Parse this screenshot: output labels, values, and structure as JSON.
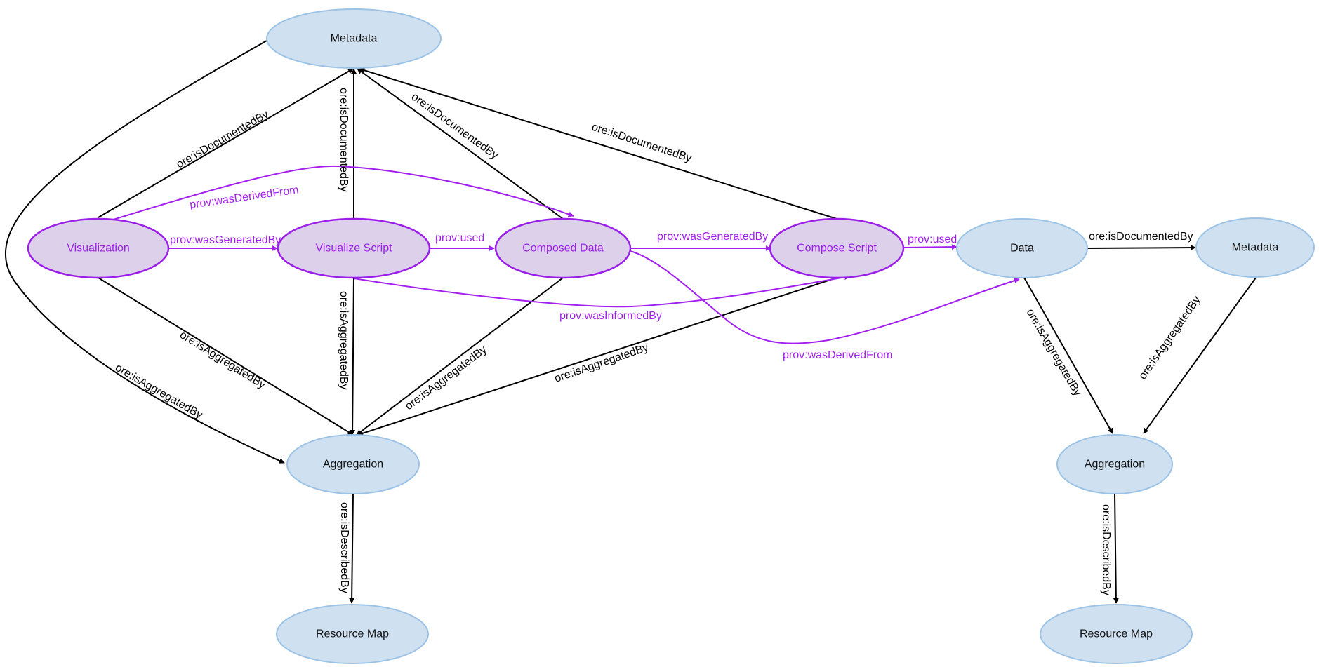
{
  "colors": {
    "black_edge": "#000000",
    "prov_edge": "#a31ff0",
    "blue_fill": "#cfe0f1",
    "purple_fill": "#dcd0ea"
  },
  "nodes": {
    "metadata_top": "Metadata",
    "visualization": "Visualization",
    "visualize_script": "Visualize Script",
    "composed_data": "Composed Data",
    "compose_script": "Compose Script",
    "data": "Data",
    "metadata_right": "Metadata",
    "aggregation_left": "Aggregation",
    "aggregation_right": "Aggregation",
    "resource_map_left": "Resource Map",
    "resource_map_right": "Resource Map"
  },
  "edges": {
    "vis_doc": "ore:isDocumentedBy",
    "vs_doc": "ore:isDocumentedBy",
    "cd_doc": "ore:isDocumentedBy",
    "cs_doc": "ore:isDocumentedBy",
    "data_doc": "ore:isDocumentedBy",
    "vis_derived": "prov:wasDerivedFrom",
    "vis_generated": "prov:wasGeneratedBy",
    "vs_used": "prov:used",
    "cd_generated": "prov:wasGeneratedBy",
    "cs_used": "prov:used",
    "vs_informed": "prov:wasInformedBy",
    "cd_derived": "prov:wasDerivedFrom",
    "meta_agg": "ore:isAggregatedBy",
    "vis_agg": "ore:isAggregatedBy",
    "vs_agg": "ore:isAggregatedBy",
    "cd_agg": "ore:isAggregatedBy",
    "cs_agg": "ore:isAggregatedBy",
    "data_agg": "ore:isAggregatedBy",
    "metaR_agg": "ore:isAggregatedBy",
    "aggL_desc": "ore:isDescribedBy",
    "aggR_desc": "ore:isDescribedBy"
  }
}
